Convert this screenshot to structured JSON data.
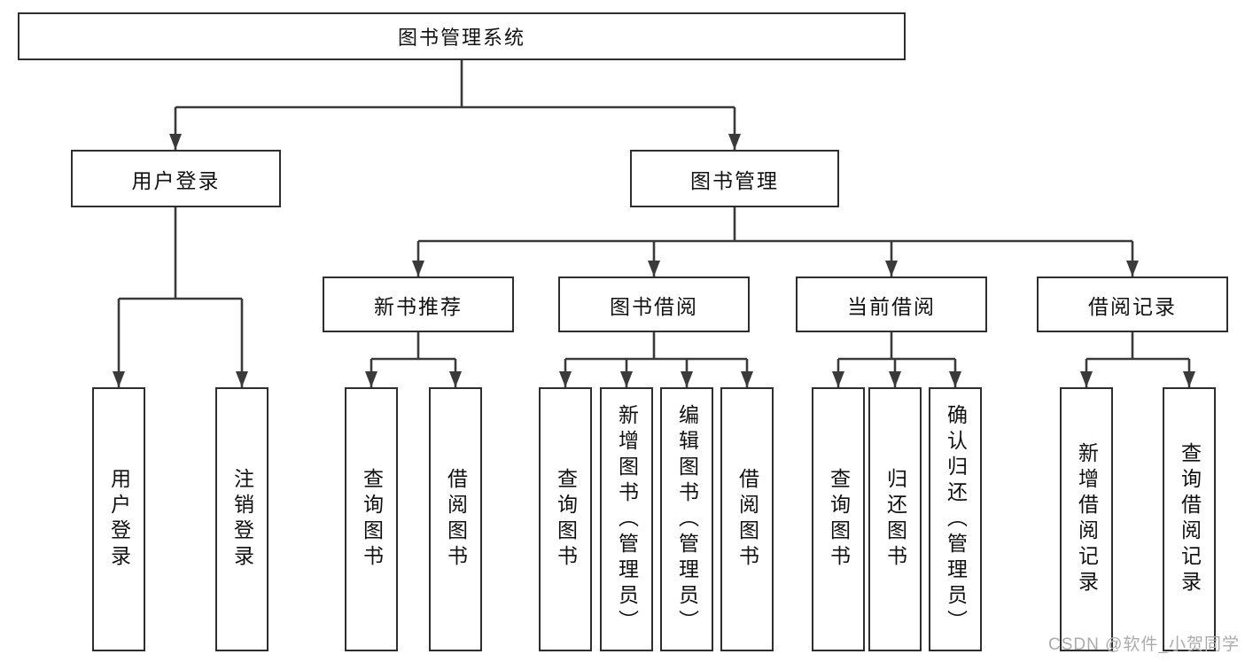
{
  "tree": {
    "label": "图书管理系统",
    "children": [
      {
        "label": "用户登录",
        "children": [
          {
            "label": "用户登录"
          },
          {
            "label": "注销登录"
          }
        ]
      },
      {
        "label": "图书管理",
        "children": [
          {
            "label": "新书推荐",
            "children": [
              {
                "label": "查询图书"
              },
              {
                "label": "借阅图书"
              }
            ]
          },
          {
            "label": "图书借阅",
            "children": [
              {
                "label": "查询图书"
              },
              {
                "label": "新增图书（管理员）"
              },
              {
                "label": "编辑图书（管理员）"
              },
              {
                "label": "借阅图书"
              }
            ]
          },
          {
            "label": "当前借阅",
            "children": [
              {
                "label": "查询图书"
              },
              {
                "label": "归还图书"
              },
              {
                "label": "确认归还（管理员）"
              }
            ]
          },
          {
            "label": "借阅记录",
            "children": [
              {
                "label": "新增借阅记录"
              },
              {
                "label": "查询借阅记录"
              }
            ]
          }
        ]
      }
    ]
  },
  "watermark": "CSDN @软件_小贺同学",
  "colors": {
    "line": "#3a3a3a",
    "box_border": "#2e2e2e",
    "box_background": "#ffffff",
    "text": "#111111",
    "watermark": "#ababab",
    "page_background": "#ffffff"
  }
}
